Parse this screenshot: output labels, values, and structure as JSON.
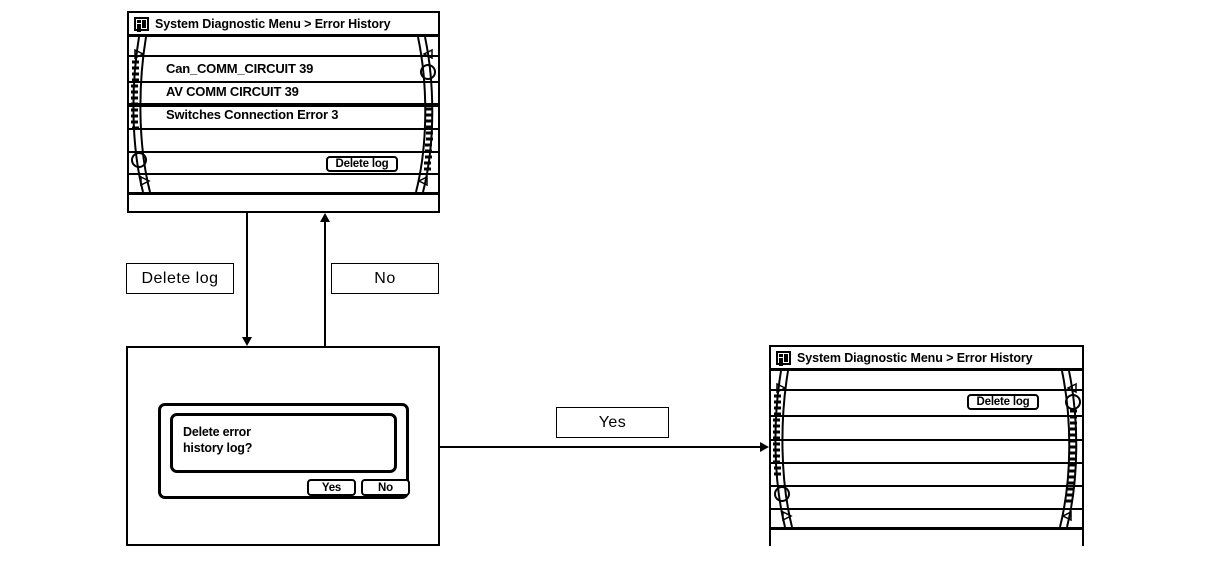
{
  "screens": {
    "error_history": {
      "title": "System Diagnostic Menu > Error History",
      "icon": "display-icon",
      "items": [
        "Can_COMM_CIRCUIT 39",
        "AV COMM CIRCUIT 39",
        "Switches Connection Error 3"
      ],
      "delete_button": "Delete log"
    },
    "error_history_empty": {
      "title": "System Diagnostic Menu > Error History",
      "icon": "display-icon",
      "items": [],
      "delete_button": "Delete log"
    }
  },
  "dialog": {
    "message_line1": "Delete error",
    "message_line2": "history log?",
    "yes_label": "Yes",
    "no_label": "No"
  },
  "transitions": {
    "delete_log": "Delete log",
    "no": "No",
    "yes": "Yes"
  },
  "colors": {
    "stroke": "#000000",
    "background": "#ffffff"
  }
}
